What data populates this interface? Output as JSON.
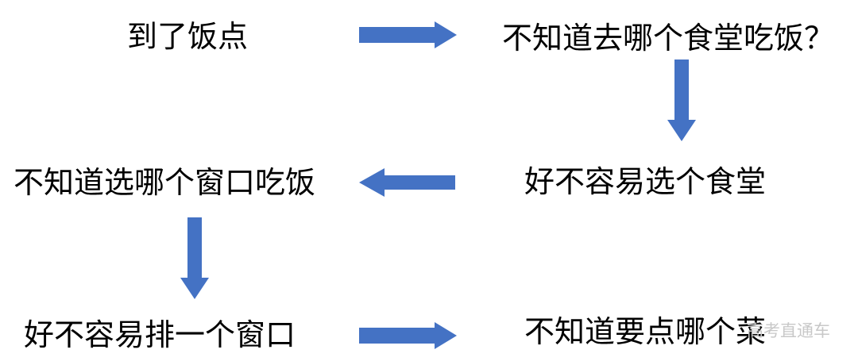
{
  "nodes": {
    "arrive_mealtime": "到了饭点",
    "which_canteen": "不知道去哪个食堂吃饭？",
    "finally_pick_canteen": "好不容易选个食堂",
    "which_window": "不知道选哪个窗口吃饭",
    "finally_queue_window": "好不容易排一个窗口",
    "which_dish": "不知道要点哪个菜"
  },
  "watermark": "高考直通车",
  "colors": {
    "arrow": "#4472c4",
    "text": "#000000",
    "watermark": "#c8c8c8"
  }
}
